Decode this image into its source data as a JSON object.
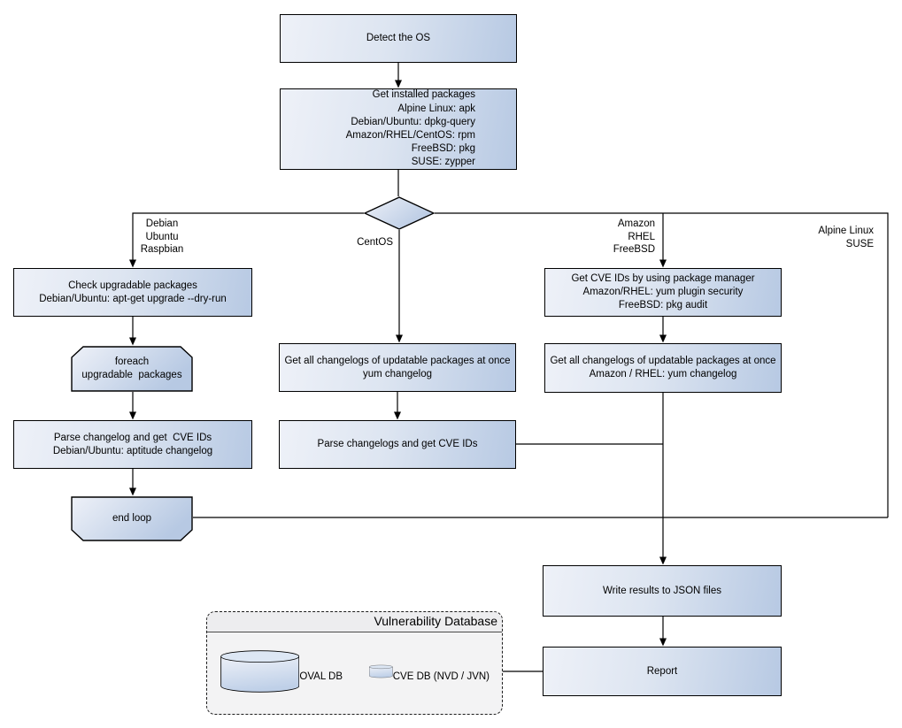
{
  "nodes": {
    "detect_os": {
      "label": "Detect the OS"
    },
    "get_installed_packages": {
      "label": "Get installed packages\nAlpine Linux: apk\nDebian/Ubuntu: dpkg-query\nAmazon/RHEL/CentOS: rpm\nFreeBSD: pkg\nSUSE: zypper"
    },
    "check_upgradable": {
      "label": "Check upgradable packages\nDebian/Ubuntu: apt-get upgrade --dry-run"
    },
    "foreach_loop": {
      "label": "foreach\nupgradable  packages"
    },
    "parse_changelog_deb": {
      "label": "Parse changelog and get  CVE IDs\nDebian/Ubuntu: aptitude changelog"
    },
    "end_loop": {
      "label": "end loop"
    },
    "get_changelogs_centos": {
      "label": "Get all changelogs of updatable packages at once\nyum changelog"
    },
    "parse_changelogs_centos": {
      "label": "Parse changelogs and get CVE IDs"
    },
    "get_cve_ids_pkg_mgr": {
      "label": "Get CVE IDs by using package manager\nAmazon/RHEL: yum plugin security\nFreeBSD: pkg audit"
    },
    "get_changelogs_amazon": {
      "label": "Get all changelogs of updatable packages at once\nAmazon / RHEL: yum changelog"
    },
    "write_results": {
      "label": "Write results to JSON files"
    },
    "report": {
      "label": "Report"
    }
  },
  "branch_labels": {
    "debian": "Debian\nUbuntu\nRaspbian",
    "centos": "CentOS",
    "amazon": "Amazon\nRHEL\nFreeBSD",
    "alpine": "Alpine Linux\nSUSE"
  },
  "database": {
    "title": "Vulnerability Database",
    "oval_db": "OVAL DB",
    "cve_db": "CVE DB (NVD / JVN)"
  },
  "colors": {
    "node_gradient_start": "#eef1f8",
    "node_gradient_end": "#b7c9e3",
    "node_border": "#000000",
    "connector": "#000000",
    "container_fill": "#f3f3f4"
  }
}
